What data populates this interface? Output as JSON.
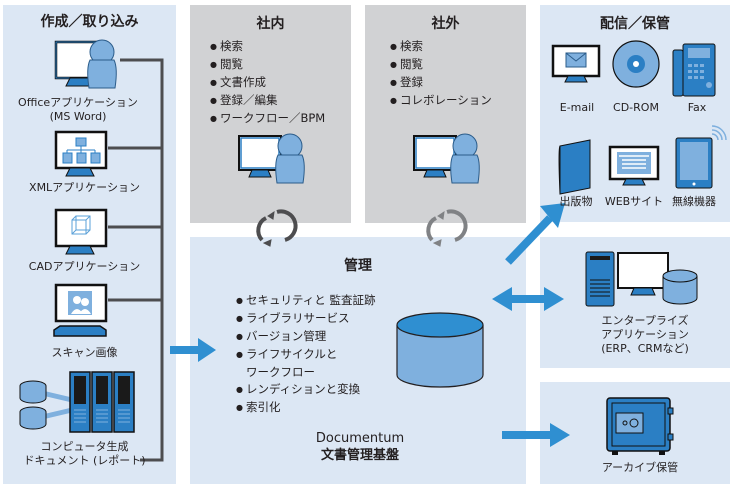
{
  "colors": {
    "panel_blue": "#dce7f4",
    "panel_gray": "#d1d2d4",
    "accent_blue": "#2f8fd1",
    "icon_blue": "#2b7fc4",
    "connector": "#4d4d4f"
  },
  "creation": {
    "title": "作成／取り込み",
    "items": [
      {
        "label_lines": [
          "Officeアプリケーション",
          "(MS Word)"
        ],
        "icon": "office-user-icon"
      },
      {
        "label_lines": [
          "XMLアプリケーション"
        ],
        "icon": "xml-monitor-icon"
      },
      {
        "label_lines": [
          "CADアプリケーション"
        ],
        "icon": "cad-monitor-icon"
      },
      {
        "label_lines": [
          "スキャン画像"
        ],
        "icon": "scanner-icon"
      },
      {
        "label_lines": [
          "コンピュータ生成",
          "ドキュメント (レポート)"
        ],
        "icon": "server-rack-icon"
      }
    ]
  },
  "internal": {
    "title": "社内",
    "bullets": [
      "検索",
      "閲覧",
      "文書作成",
      "登録／編集",
      "ワークフロー／BPM"
    ]
  },
  "external": {
    "title": "社外",
    "bullets": [
      "検索",
      "閲覧",
      "登録",
      "コレボレーション"
    ]
  },
  "distribution": {
    "title": "配信／保管",
    "items": [
      {
        "label": "E-mail",
        "icon": "email-icon"
      },
      {
        "label": "CD-ROM",
        "icon": "cd-rom-icon"
      },
      {
        "label": "Fax",
        "icon": "fax-icon"
      },
      {
        "label": "出版物",
        "icon": "publication-icon"
      },
      {
        "label": "WEBサイト",
        "icon": "website-icon"
      },
      {
        "label": "無線機器",
        "icon": "wireless-device-icon"
      }
    ]
  },
  "management": {
    "title": "管理",
    "bullets": [
      {
        "lines": [
          "セキュリティと 監査証跡"
        ]
      },
      {
        "lines": [
          "ライブラリサービス"
        ]
      },
      {
        "lines": [
          "バージョン管理"
        ]
      },
      {
        "lines": [
          "ライフサイクルと",
          "ワークフロー"
        ]
      },
      {
        "lines": [
          "レンディションと変換"
        ]
      },
      {
        "lines": [
          "索引化"
        ]
      }
    ],
    "platform_lines": [
      "Documentum",
      "文書管理基盤"
    ]
  },
  "enterprise": {
    "label_lines": [
      "エンタープライズ",
      "アプリケーション",
      "(ERP、CRMなど)"
    ]
  },
  "archive": {
    "label": "アーカイブ保管"
  }
}
